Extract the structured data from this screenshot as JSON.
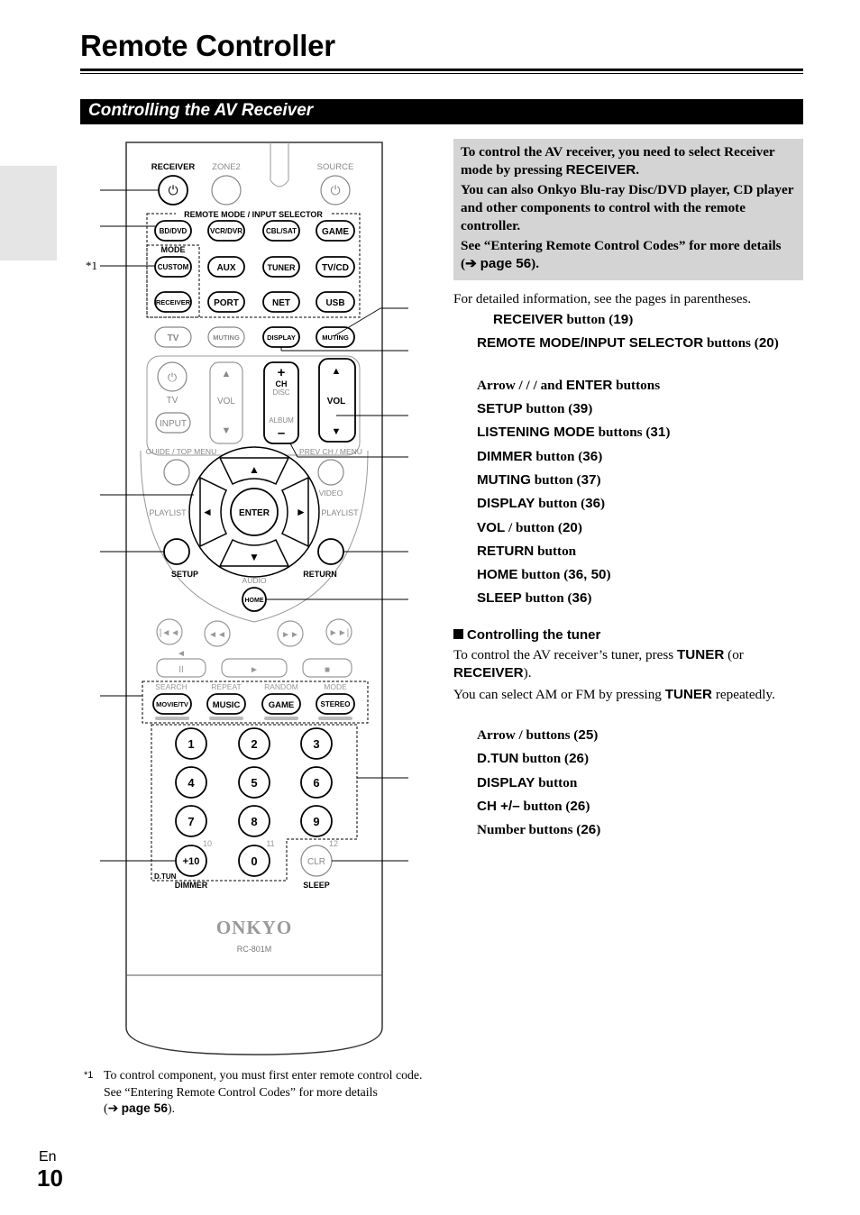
{
  "header": {
    "title": "Remote Controller",
    "section": "Controlling the AV Receiver"
  },
  "info_box": {
    "line1_a": "To control the AV receiver, you need to select Receiver mode by pressing ",
    "line1_key": "RECEIVER",
    "line1_b": ".",
    "line2": "You can also Onkyo Blu-ray Disc/DVD player, CD player and other components to control with the remote controller.",
    "line3_a": "See “Entering Remote Control Codes” for more details (",
    "line3_arrow": "➔",
    "line3_key": "page 56",
    "line3_b": ")."
  },
  "detail_note": "For detailed information, see the pages in parentheses.",
  "items": [
    {
      "key": "RECEIVER",
      "text": " button (",
      "page": "19",
      "end": ")"
    },
    {
      "key": "REMOTE MODE/INPUT SELECTOR",
      "text": " buttons (",
      "page": "20",
      "end": ")"
    },
    {
      "key": "",
      "text": "Arrow  /  /  /    and ",
      "page": "",
      "end": "",
      "key2": "ENTER",
      "text2": " buttons"
    },
    {
      "key": "SETUP",
      "text": " button (",
      "page": "39",
      "end": ")"
    },
    {
      "key": "LISTENING MODE",
      "text": " buttons (",
      "page": "31",
      "end": ")"
    },
    {
      "key": "DIMMER",
      "text": " button (",
      "page": "36",
      "end": ")"
    },
    {
      "key": "MUTING",
      "text": " button (",
      "page": "37",
      "end": ")"
    },
    {
      "key": "DISPLAY",
      "text": " button (",
      "page": "36",
      "end": ")"
    },
    {
      "key": "VOL",
      "text": "  /   button (",
      "page": "20",
      "end": ")"
    },
    {
      "key": "RETURN",
      "text": " button",
      "page": "",
      "end": ""
    },
    {
      "key": "HOME",
      "text": " button (",
      "page": "36, 50",
      "end": ")"
    },
    {
      "key": "SLEEP",
      "text": " button (",
      "page": "36",
      "end": ")"
    }
  ],
  "tuner": {
    "heading": "Controlling the tuner",
    "p1_a": "To control the AV receiver’s tuner, press ",
    "p1_key": "TUNER",
    "p1_b": " (or ",
    "p1_key2": "RECEIVER",
    "p1_c": ").",
    "p2_a": "You can select AM or FM by pressing ",
    "p2_key": "TUNER",
    "p2_b": " repeatedly.",
    "items": [
      {
        "key": "",
        "text": "Arrow  /   buttons (",
        "page": "25",
        "end": ")"
      },
      {
        "key": "D.TUN",
        "text": " button (",
        "page": "26",
        "end": ")"
      },
      {
        "key": "DISPLAY",
        "text": " button",
        "page": "",
        "end": ""
      },
      {
        "key": "CH +/–",
        "text": " button (",
        "page": "26",
        "end": ")"
      },
      {
        "key": "",
        "text": "Number buttons (",
        "page": "26",
        "end": ")"
      }
    ]
  },
  "footnote": {
    "mark": "*1",
    "text_a": "To control component, you must first enter remote control code.",
    "text_b": "See “Entering Remote Control Codes” for more details",
    "text_c_open": "(",
    "text_c_arrow": "➔",
    "text_c_key": "page 56",
    "text_c_close": ")."
  },
  "remote": {
    "callout_mark": "*1",
    "labels": {
      "receiver": "RECEIVER",
      "zone2": "ZONE2",
      "source": "SOURCE",
      "remote_mode": "REMOTE MODE / INPUT SELECTOR",
      "mode": "MODE",
      "tv": "TV",
      "vol": "VOL",
      "ch": "CH",
      "disc": "DISC",
      "album": "ALBUM",
      "guide": "GUIDE / TOP MENU",
      "prev_ch": "PREV CH / MENU",
      "video": "VIDEO",
      "playlist_l": "PLAYLIST",
      "playlist_r": "PLAYLIST",
      "setup": "SETUP",
      "return": "RETURN",
      "audio": "AUDIO",
      "search": "SEARCH",
      "repeat": "REPEAT",
      "random": "RANDOM",
      "mode2": "MODE",
      "dtun": "D.TUN",
      "dimmer": "DIMMER",
      "sleep": "SLEEP",
      "ten": "10",
      "eleven": "11",
      "twelve": "12",
      "brand": "ONKYO",
      "model": "RC-801M"
    },
    "buttons": {
      "bd_dvd": "BD/DVD",
      "vcr_dvr": "VCR/DVR",
      "cbl_sat": "CBL/SAT",
      "game": "GAME",
      "custom": "CUSTOM",
      "aux": "AUX",
      "tuner": "TUNER",
      "tv_cd": "TV/CD",
      "receiver": "RECEIVER",
      "port": "PORT",
      "net": "NET",
      "usb": "USB",
      "tv": "TV",
      "muting_tv": "MUTING",
      "display": "DISPLAY",
      "muting": "MUTING",
      "input": "INPUT",
      "enter": "ENTER",
      "home": "HOME",
      "movie_tv": "MOVIE/TV",
      "music": "MUSIC",
      "game2": "GAME",
      "stereo": "STEREO",
      "n1": "1",
      "n2": "2",
      "n3": "3",
      "n4": "4",
      "n5": "5",
      "n6": "6",
      "n7": "7",
      "n8": "8",
      "n9": "9",
      "plus10": "+10",
      "n0": "0",
      "clr": "CLR",
      "plus": "+",
      "minus": "–"
    }
  },
  "page": {
    "lang": "En",
    "number": "10"
  }
}
